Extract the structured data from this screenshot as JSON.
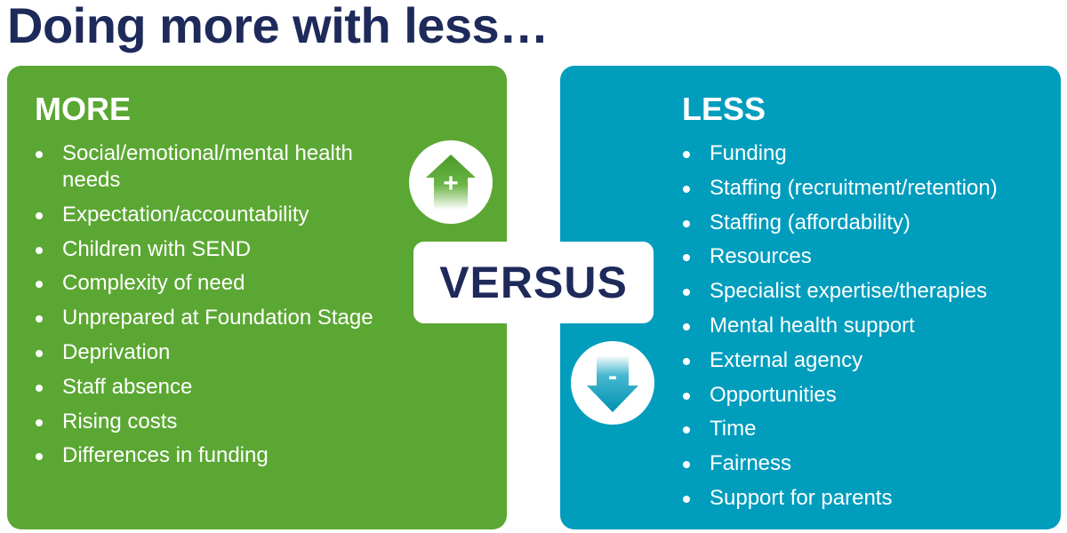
{
  "title": "Doing more with less…",
  "more": {
    "heading": "MORE",
    "items": [
      "Social/emotional/mental health needs",
      "Expectation/accountability",
      "Children with SEND",
      "Complexity of need",
      "Unprepared at Foundation Stage",
      "Deprivation",
      "Staff absence",
      "Rising costs",
      "Differences in funding"
    ]
  },
  "less": {
    "heading": "LESS",
    "items": [
      "Funding",
      "Staffing (recruitment/retention)",
      "Staffing (affordability)",
      "Resources",
      "Specialist expertise/therapies",
      "Mental health support",
      "External agency",
      "Opportunities",
      "Time",
      "Fairness",
      "Support for parents"
    ]
  },
  "versus": "VERSUS",
  "icons": {
    "plus": "house-plus-icon",
    "plus_symbol": "+",
    "minus": "arrow-down-minus-icon",
    "minus_symbol": "-"
  },
  "colors": {
    "title": "#1e2a5a",
    "more_panel": "#5ba733",
    "less_panel": "#009dbd",
    "versus_text": "#1e2a5a"
  }
}
